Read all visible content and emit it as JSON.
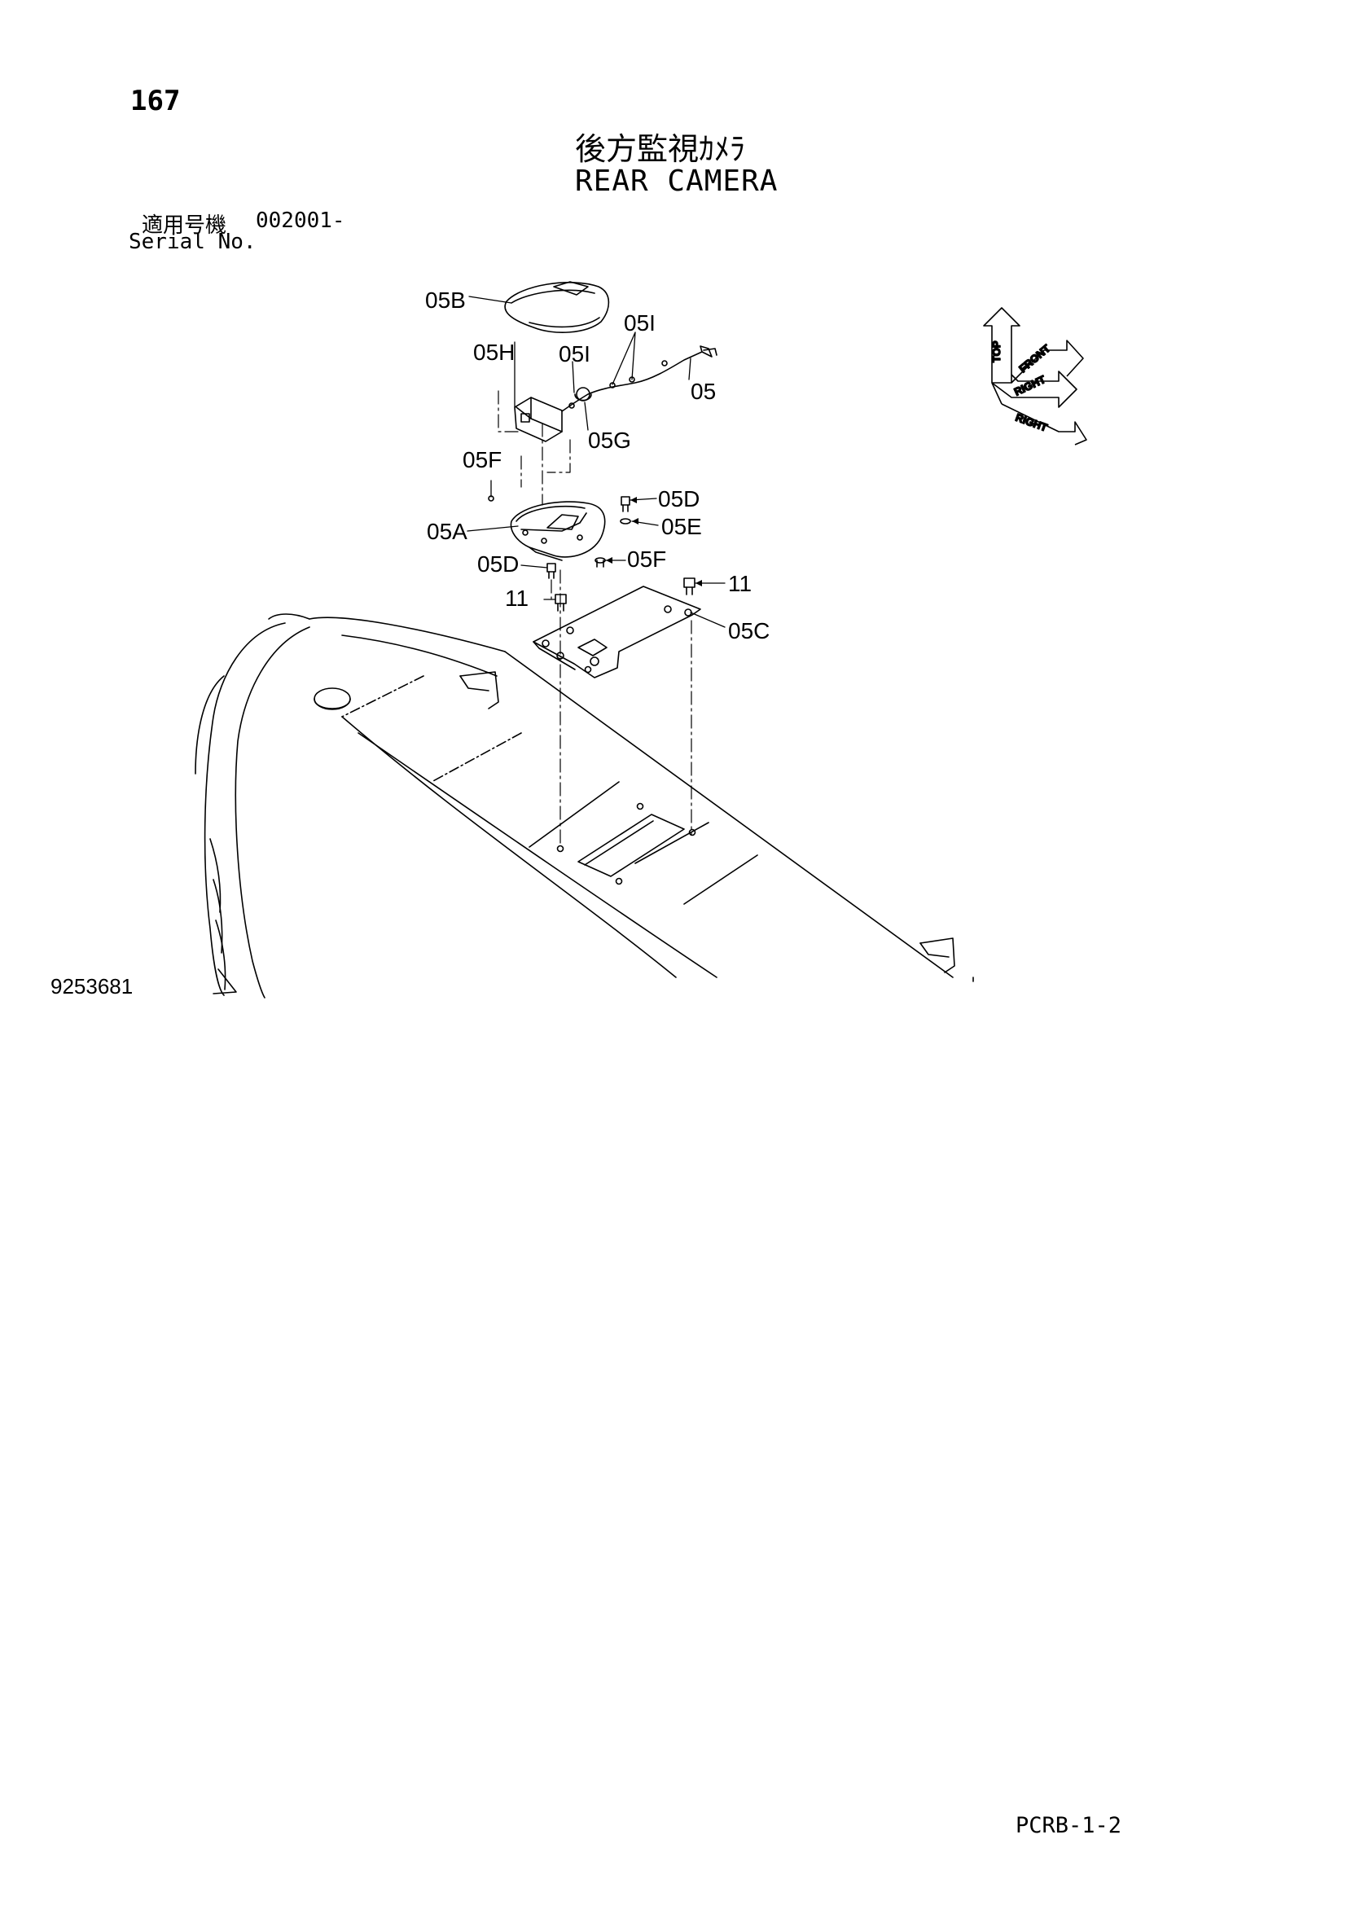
{
  "page_number": "167",
  "title_jp": "後方監視ｶﾒﾗ",
  "title_en": "REAR CAMERA",
  "serial": {
    "label_jp": "適用号機",
    "value": "002001-",
    "label_en": "Serial No."
  },
  "callouts": {
    "c05B": "05B",
    "c05H": "05H",
    "c05I_a": "05I",
    "c05I_b": "05I",
    "c05": "05",
    "c05G": "05G",
    "c05F_a": "05F",
    "c05D_a": "05D",
    "c05E": "05E",
    "c05A": "05A",
    "c05D_b": "05D",
    "c05F_b": "05F",
    "c11_a": "11",
    "c11_b": "11",
    "c05C": "05C"
  },
  "orientation": {
    "top": "TOP",
    "front": "FRONT",
    "right": "RIGHT",
    "right2": "RIGHT"
  },
  "drawing_number": "9253681",
  "page_code": "PCRB-1-2"
}
